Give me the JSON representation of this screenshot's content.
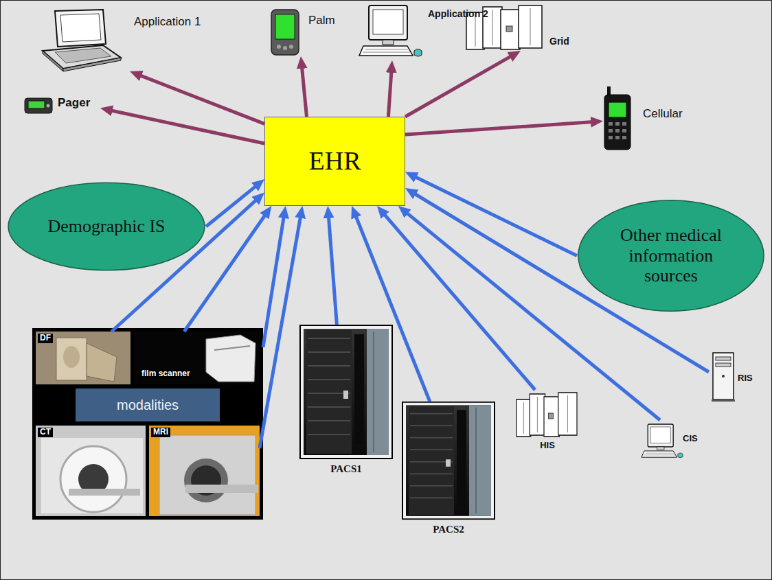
{
  "diagram": {
    "nodes": [
      {
        "text": [
          "Application 1"
        ]
      },
      {
        "text": [
          "Palm"
        ]
      },
      {
        "text": [
          "Application 2"
        ]
      },
      {
        "text": [
          "Grid"
        ]
      },
      {
        "text": [
          "Pager"
        ]
      },
      {
        "text": [
          "Cellular"
        ]
      },
      {
        "text": [
          "EHR"
        ]
      },
      {
        "text": [
          "Demographic IS"
        ]
      },
      {
        "text": [
          "Other medical information sources"
        ]
      },
      {
        "text": [
          "modalities"
        ]
      },
      {
        "text": [
          "DF"
        ],
        "in": 9
      },
      {
        "text": [
          "film scanner"
        ],
        "in": 9
      },
      {
        "text": [
          "CT"
        ],
        "in": 9
      },
      {
        "text": [
          "MRI"
        ],
        "in": 9
      },
      {
        "text": [
          "PACS1"
        ]
      },
      {
        "text": [
          "PACS2"
        ]
      },
      {
        "text": [
          "HIS"
        ]
      },
      {
        "text": [
          "CIS"
        ]
      },
      {
        "text": [
          "RIS"
        ]
      }
    ],
    "edges": [
      {
        "from": 6,
        "to": 0,
        "arrow": "to"
      },
      {
        "from": 6,
        "to": 1,
        "arrow": "to"
      },
      {
        "from": 6,
        "to": 2,
        "arrow": "to"
      },
      {
        "from": 6,
        "to": 3,
        "arrow": "to"
      },
      {
        "from": 6,
        "to": 4,
        "arrow": "to"
      },
      {
        "from": 6,
        "to": 5,
        "arrow": "to"
      },
      {
        "from": 7,
        "to": 6,
        "arrow": "to"
      },
      {
        "from": 10,
        "to": 6,
        "arrow": "to"
      },
      {
        "from": 11,
        "to": 6,
        "arrow": "to"
      },
      {
        "from": 13,
        "to": 6,
        "arrow": "to"
      },
      {
        "from": 9,
        "to": 6,
        "arrow": "to"
      },
      {
        "from": 14,
        "to": 6,
        "arrow": "to"
      },
      {
        "from": 15,
        "to": 6,
        "arrow": "to"
      },
      {
        "from": 16,
        "to": 6,
        "arrow": "to"
      },
      {
        "from": 17,
        "to": 6,
        "arrow": "to"
      },
      {
        "from": 18,
        "to": 6,
        "arrow": "to"
      },
      {
        "from": 8,
        "to": 6,
        "arrow": "to"
      }
    ]
  }
}
